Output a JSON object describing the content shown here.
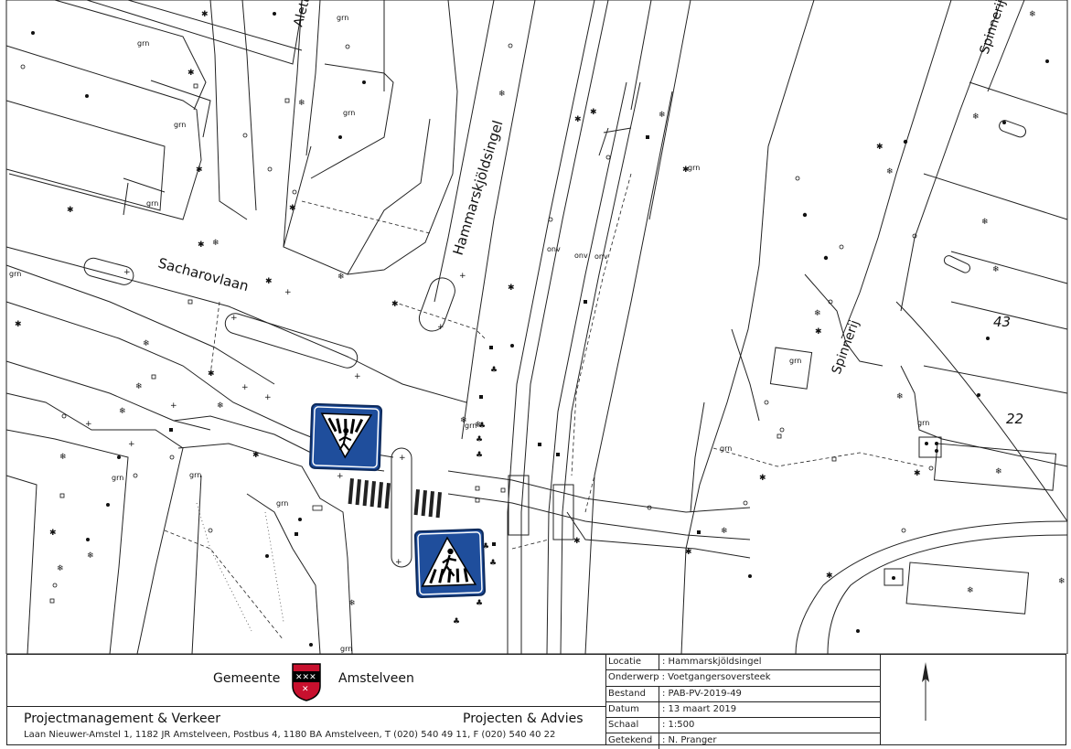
{
  "map": {
    "street_labels": {
      "aletta": "Aletta",
      "spinnerij_top": "Spinnerij",
      "hammarskjoldsingel": "Hammarskjöldsingel",
      "sacharovlaan": "Sacharovlaan",
      "spinnerij": "Spinnerij"
    },
    "house_numbers": [
      "43",
      "22"
    ],
    "area_tags": {
      "grn": "grn",
      "onv": "onv"
    },
    "signs": [
      {
        "name": "give-way-sign",
        "icon": "pedestrian-crossing-give-way-icon",
        "color": "#1f4e9c"
      },
      {
        "name": "crosswalk-sign",
        "icon": "pedestrian-crossing-icon",
        "color": "#1f4e9c"
      }
    ]
  },
  "titleblock": {
    "municipality_left": "Gemeente",
    "municipality_right": "Amstelveen",
    "department_left": "Projectmanagement & Verkeer",
    "department_right": "Projecten & Advies",
    "address": "Laan Nieuwer-Amstel 1, 1182 JR Amstelveen, Postbus 4, 1180 BA Amstelveen, T (020) 540 49 11, F (020) 540 40 22",
    "info": [
      {
        "key": "Locatie",
        "value": ": Hammarskjöldsingel"
      },
      {
        "key": "Onderwerp",
        "value": ": Voetgangersoversteek"
      },
      {
        "key": "Bestand",
        "value": ": PAB-PV-2019-49"
      },
      {
        "key": "Datum",
        "value": ": 13 maart 2019"
      },
      {
        "key": "Schaal",
        "value": ":   1:500"
      },
      {
        "key": "Getekend",
        "value": ": N. Pranger"
      }
    ],
    "shield_color": "#c8102e"
  }
}
